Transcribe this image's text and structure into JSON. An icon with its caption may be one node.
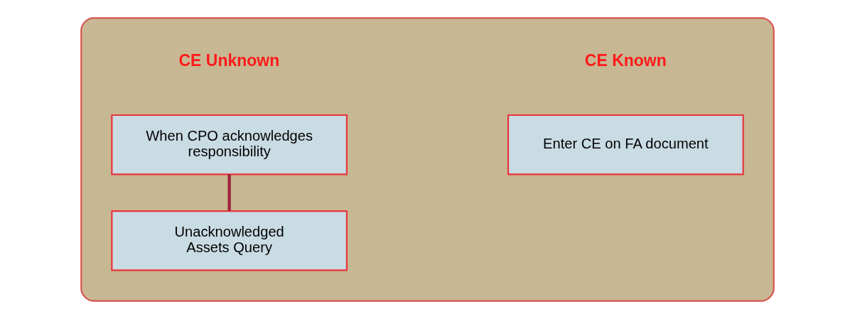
{
  "diagram": {
    "nodes": [
      {
        "text": [],
        "shape": "box"
      },
      {
        "text": [
          "Enter CE on FA document"
        ],
        "in": 0
      },
      {
        "text": [
          "When CPO acknowledges responsibility"
        ],
        "in": 0
      },
      {
        "text": [
          "Unacknowledged Assets Query"
        ],
        "in": 0
      }
    ],
    "edges": [
      {
        "from": 2,
        "to": 3,
        "arrow": "none"
      }
    ],
    "labels": [
      "CE Known",
      "CE Unknown"
    ]
  }
}
